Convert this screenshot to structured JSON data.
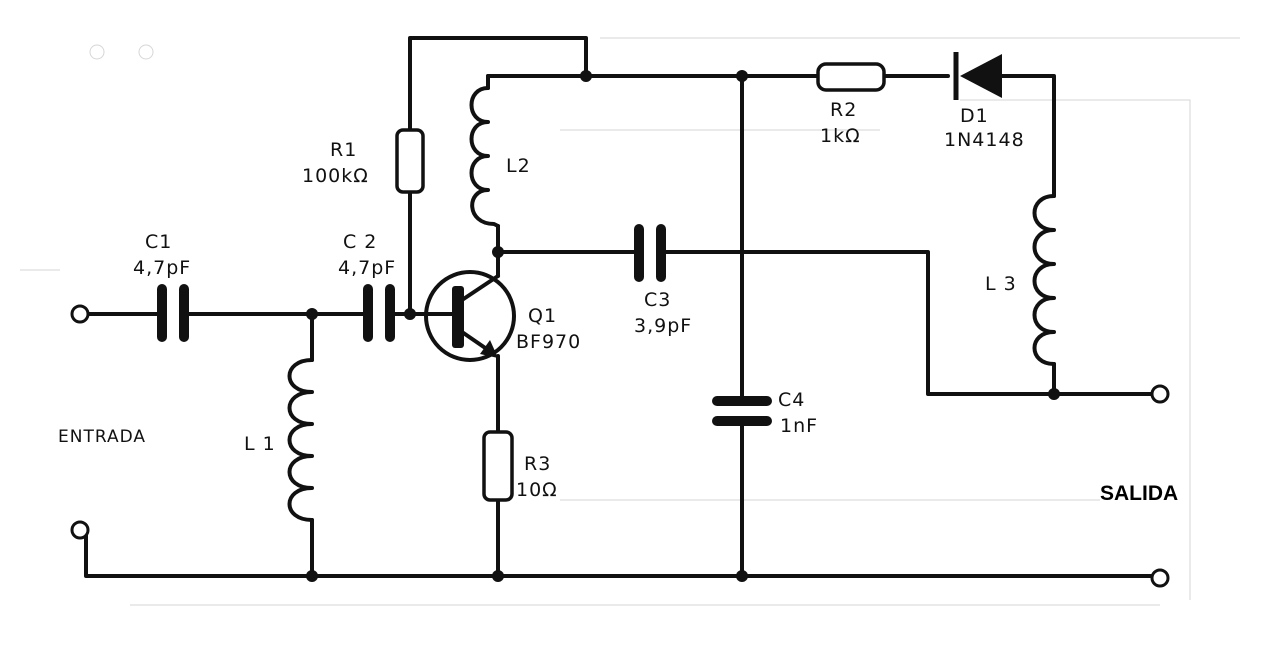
{
  "labels": {
    "entrada": "ENTRADA",
    "salida": "SALIDA"
  },
  "components": {
    "c1": {
      "ref": "C1",
      "value": "4,7pF"
    },
    "c2": {
      "ref": "C 2",
      "value": "4,7pF"
    },
    "c3": {
      "ref": "C3",
      "value": "3,9pF"
    },
    "c4": {
      "ref": "C4",
      "value": "1nF"
    },
    "r1": {
      "ref": "R1",
      "value": "100kΩ"
    },
    "r2": {
      "ref": "R2",
      "value": "1kΩ"
    },
    "r3": {
      "ref": "R3",
      "value": "10Ω"
    },
    "l1": {
      "ref": "L 1"
    },
    "l2": {
      "ref": "L2"
    },
    "l3": {
      "ref": "L 3"
    },
    "d1": {
      "ref": "D1",
      "value": "1N4148"
    },
    "q1": {
      "ref": "Q1",
      "value": "BF970"
    }
  }
}
